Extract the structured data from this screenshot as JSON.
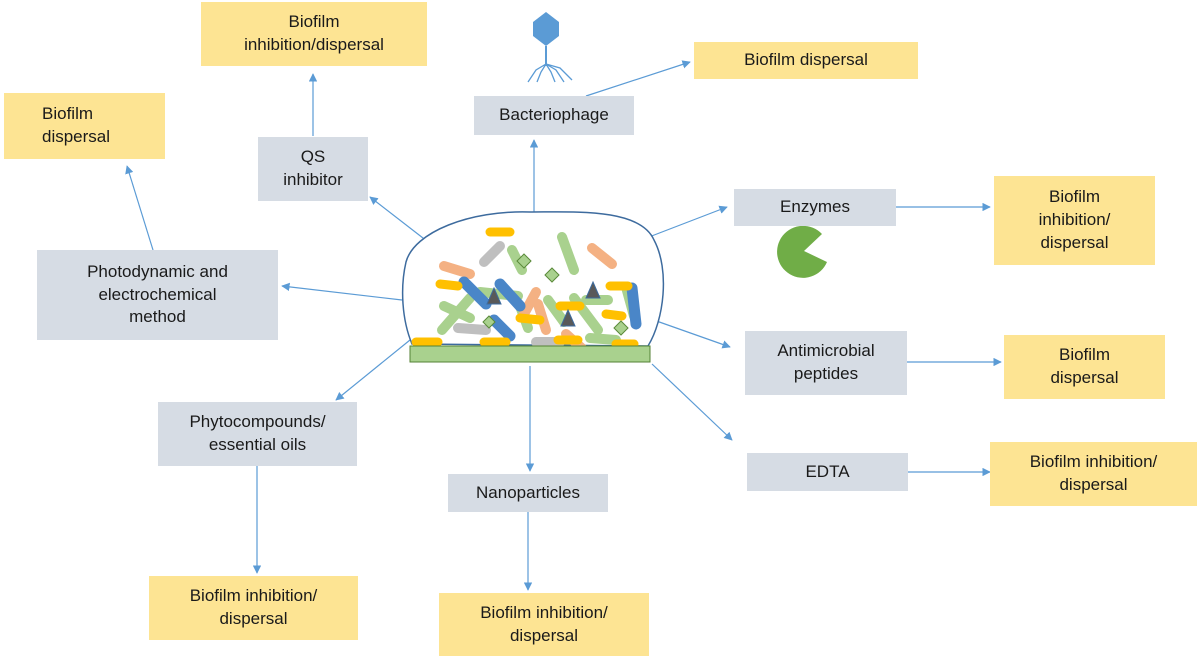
{
  "methods": {
    "bacteriophage": "Bacteriophage",
    "qs_inhibitor": "QS\ninhibitor",
    "photodynamic": "Photodynamic and\nelectrochemical\nmethod",
    "phytocompounds": "Phytocompounds/\nessential oils",
    "nanoparticles": "Nanoparticles",
    "enzymes": "Enzymes",
    "antimicrobial_peptides": "Antimicrobial\npeptides",
    "edta": "EDTA"
  },
  "outcomes": {
    "qs": "Biofilm\ninhibition/dispersal",
    "bacteriophage": "Biofilm dispersal",
    "photodynamic": "Biofilm\ndispersal",
    "enzymes": "Biofilm\ninhibition/\ndispersal",
    "antimicrobial_peptides": "Biofilm\ndispersal",
    "edta": "Biofilm inhibition/\ndispersal",
    "phytocompounds": "Biofilm inhibition/\ndispersal",
    "nanoparticles": "Biofilm inhibition/\ndispersal"
  },
  "colors": {
    "method_box": "#d6dce4",
    "outcome_box": "#fde493",
    "arrow": "#5b9bd5",
    "biofilm_outline": "#3d6b9e",
    "substrate": "#a9d18e",
    "phage": "#5b9bd5",
    "enzyme": "#70ad47"
  },
  "icons": [
    "bacteriophage-icon",
    "enzyme-icon",
    "biofilm-illustration"
  ]
}
